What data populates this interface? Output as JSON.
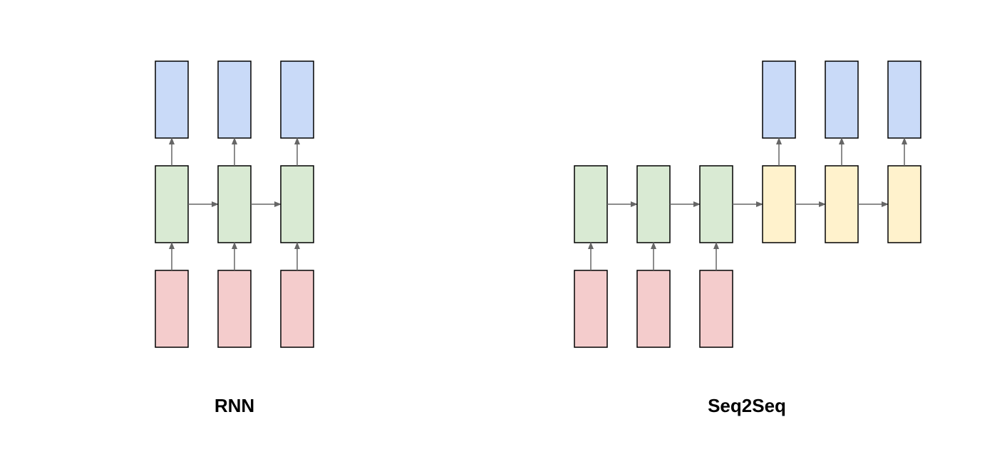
{
  "colors": {
    "input": "#f4cccc",
    "hidden": "#d9ead3",
    "decoder": "#fff2cc",
    "output": "#c9daf8",
    "stroke": "#000000",
    "arrow": "#666666"
  },
  "rnn": {
    "caption": "RNN",
    "steps": 3
  },
  "seq2seq": {
    "caption": "Seq2Seq",
    "encoder_steps": 3,
    "decoder_steps": 3
  }
}
